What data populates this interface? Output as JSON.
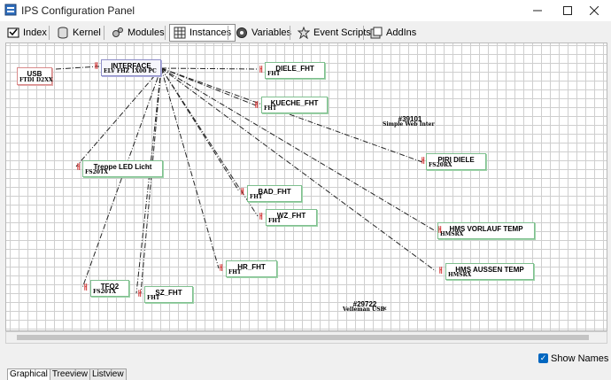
{
  "window": {
    "title": "IPS Configuration Panel"
  },
  "toolbar": {
    "tabs": [
      {
        "label": "Index",
        "icon": "index-icon"
      },
      {
        "label": "Kernel",
        "icon": "database-icon"
      },
      {
        "label": "Modules",
        "icon": "gears-icon"
      },
      {
        "label": "Instances",
        "icon": "instances-icon",
        "active": true
      },
      {
        "label": "Variables",
        "icon": "variables-icon"
      },
      {
        "label": "Event Scripts",
        "icon": "script-icon"
      },
      {
        "label": "AddIns",
        "icon": "addins-icon"
      }
    ]
  },
  "nodes": [
    {
      "name": "USB",
      "type": "FTDI D2XX"
    },
    {
      "name": "INTERFACE",
      "type": "ELV FHZ 1X00 PC"
    },
    {
      "name": "DIELE_FHT",
      "type": "FHT"
    },
    {
      "name": "KUECHE_FHT",
      "type": "FHT"
    },
    {
      "name": "#39101",
      "type": "Simple Web Inter"
    },
    {
      "name": "PIRI DIELE",
      "type": "FS20RX"
    },
    {
      "name": "Treppe LED Licht",
      "type": "FS20TX"
    },
    {
      "name": "BAD_FHT",
      "type": "FHT"
    },
    {
      "name": "WZ_FHT",
      "type": "FHT"
    },
    {
      "name": "HMS VORLAUF TEMP",
      "type": "HMSRX"
    },
    {
      "name": "HR_FHT",
      "type": "FHT"
    },
    {
      "name": "HMS AUSSEN TEMP",
      "type": "HMSRX"
    },
    {
      "name": "TFQ2",
      "type": "FS20TX"
    },
    {
      "name": "SZ_FHT",
      "type": "FHT"
    },
    {
      "name": "#29722",
      "type": "Velleman USB"
    }
  ],
  "bottom": {
    "show_names": "Show Names",
    "tabs": [
      "Graphical",
      "Treeview",
      "Listview"
    ]
  },
  "colors": {
    "accent": "#0067c0",
    "node_border_green": "#7fbf8f",
    "connector_red": "#d23030"
  }
}
